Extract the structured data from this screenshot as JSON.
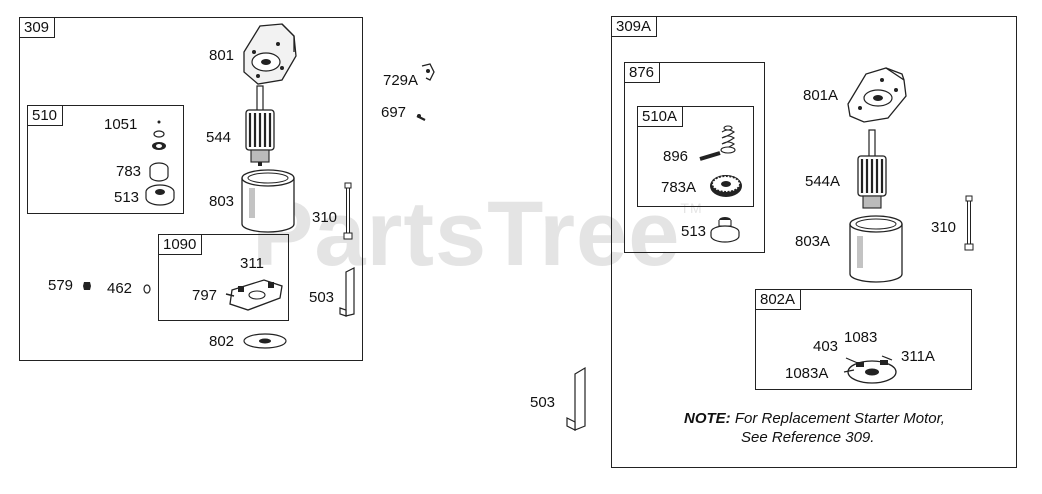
{
  "watermark": {
    "text": "PartsTree",
    "mark": "TM"
  },
  "groups": {
    "g309": "309",
    "g510": "510",
    "g1090": "1090",
    "g309A": "309A",
    "g876": "876",
    "g510A": "510A",
    "g802A": "802A"
  },
  "labels": {
    "p801": "801",
    "p544": "544",
    "p803": "803",
    "p1051": "1051",
    "p783": "783",
    "p513": "513",
    "p310": "310",
    "p311": "311",
    "p797": "797",
    "p579": "579",
    "p462": "462",
    "p503": "503",
    "p802": "802",
    "p729A": "729A",
    "p697": "697",
    "p503b": "503",
    "p801A": "801A",
    "p544A": "544A",
    "p803A": "803A",
    "p310b": "310",
    "p896": "896",
    "p783A": "783A",
    "p513b": "513",
    "p403": "403",
    "p1083": "1083",
    "p311A": "311A",
    "p1083A": "1083A"
  },
  "note": {
    "prefix": "NOTE:",
    "line1": "For Replacement Starter Motor,",
    "line2": "See Reference 309."
  },
  "icons": [
    "end-cap-icon",
    "armature-icon",
    "motor-housing-icon",
    "bolt-icon",
    "brush-plate-icon",
    "bracket-icon",
    "gear-icon",
    "pinion-icon"
  ]
}
